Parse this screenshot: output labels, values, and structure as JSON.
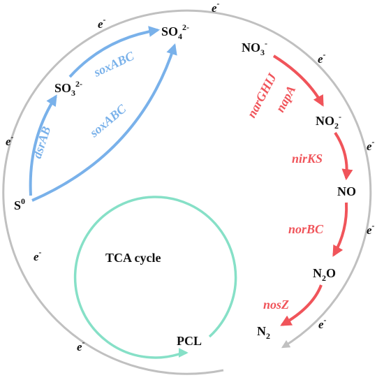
{
  "colors": {
    "outer_circle": "#c0c0c0",
    "sulfur": "#79b1ea",
    "nitrogen": "#f0545a",
    "tca": "#86e0c7",
    "text": "#111111"
  },
  "electron_label": "e",
  "electron_charge": "-",
  "sulfur": {
    "s0": {
      "base": "S",
      "sup": "0"
    },
    "so3": {
      "base": "SO",
      "sub": "3",
      "sup": "2-"
    },
    "so4": {
      "base": "SO",
      "sub": "4",
      "sup": "2-"
    },
    "genes": {
      "dsr": "dsrAB",
      "sox_upper": "soxABC",
      "sox_lower": "soxABC"
    }
  },
  "nitrogen": {
    "no3": {
      "base": "NO",
      "sub": "3",
      "sup": "-"
    },
    "no2": {
      "base": "NO",
      "sub": "2",
      "sup": "-"
    },
    "no": {
      "base": "NO"
    },
    "n2o": {
      "base": "N",
      "sub": "2",
      "tail": "O"
    },
    "n2": {
      "base": "N",
      "sub": "2"
    },
    "genes": {
      "nar": "narGHIJ",
      "nap": "napA",
      "nir": "nirKS",
      "nor": "norBC",
      "nos": "nosZ"
    }
  },
  "tca": {
    "label": "TCA cycle",
    "pcl": "PCL"
  }
}
